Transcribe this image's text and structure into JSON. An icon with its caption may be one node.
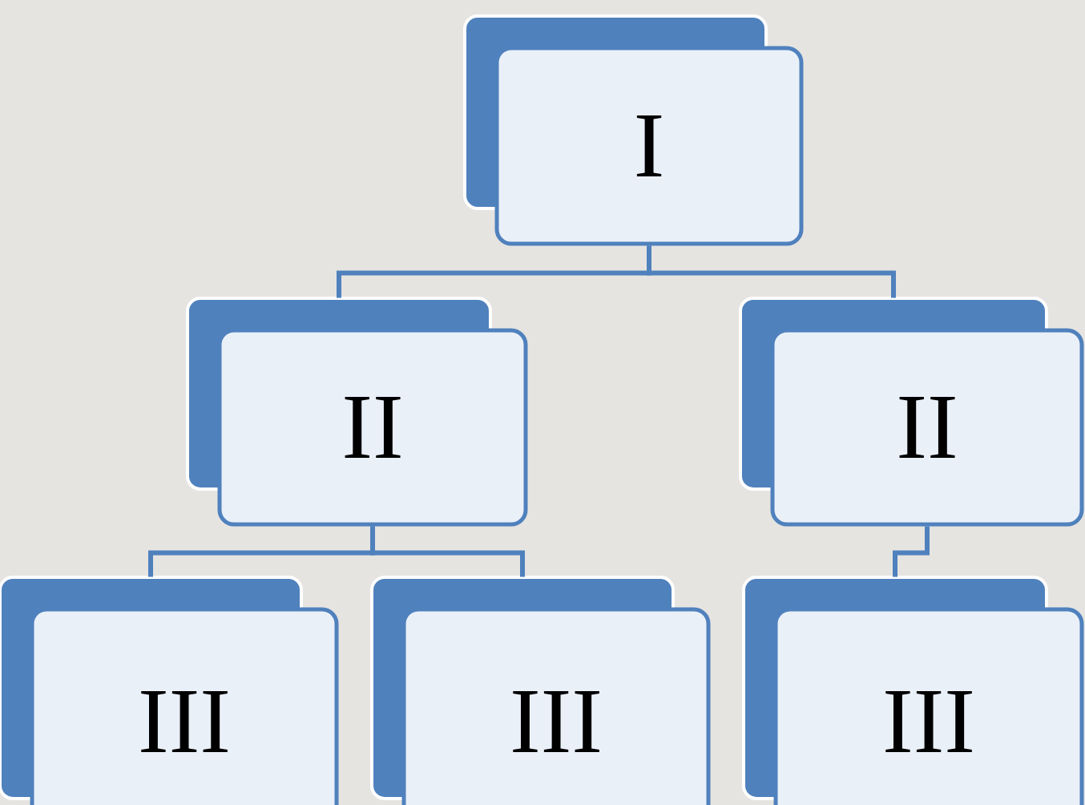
{
  "diagram": {
    "nodes": [
      {
        "text": [
          "I"
        ]
      },
      {
        "text": [
          "II"
        ]
      },
      {
        "text": [
          "II"
        ]
      },
      {
        "text": [
          "III"
        ]
      },
      {
        "text": [
          "III"
        ]
      },
      {
        "text": [
          "III"
        ]
      }
    ],
    "edges": [
      {
        "from": 0,
        "to": 1,
        "arrow": "none"
      },
      {
        "from": 0,
        "to": 2,
        "arrow": "none"
      },
      {
        "from": 1,
        "to": 3,
        "arrow": "none"
      },
      {
        "from": 1,
        "to": 4,
        "arrow": "none"
      },
      {
        "from": 2,
        "to": 5,
        "arrow": "none"
      }
    ]
  }
}
